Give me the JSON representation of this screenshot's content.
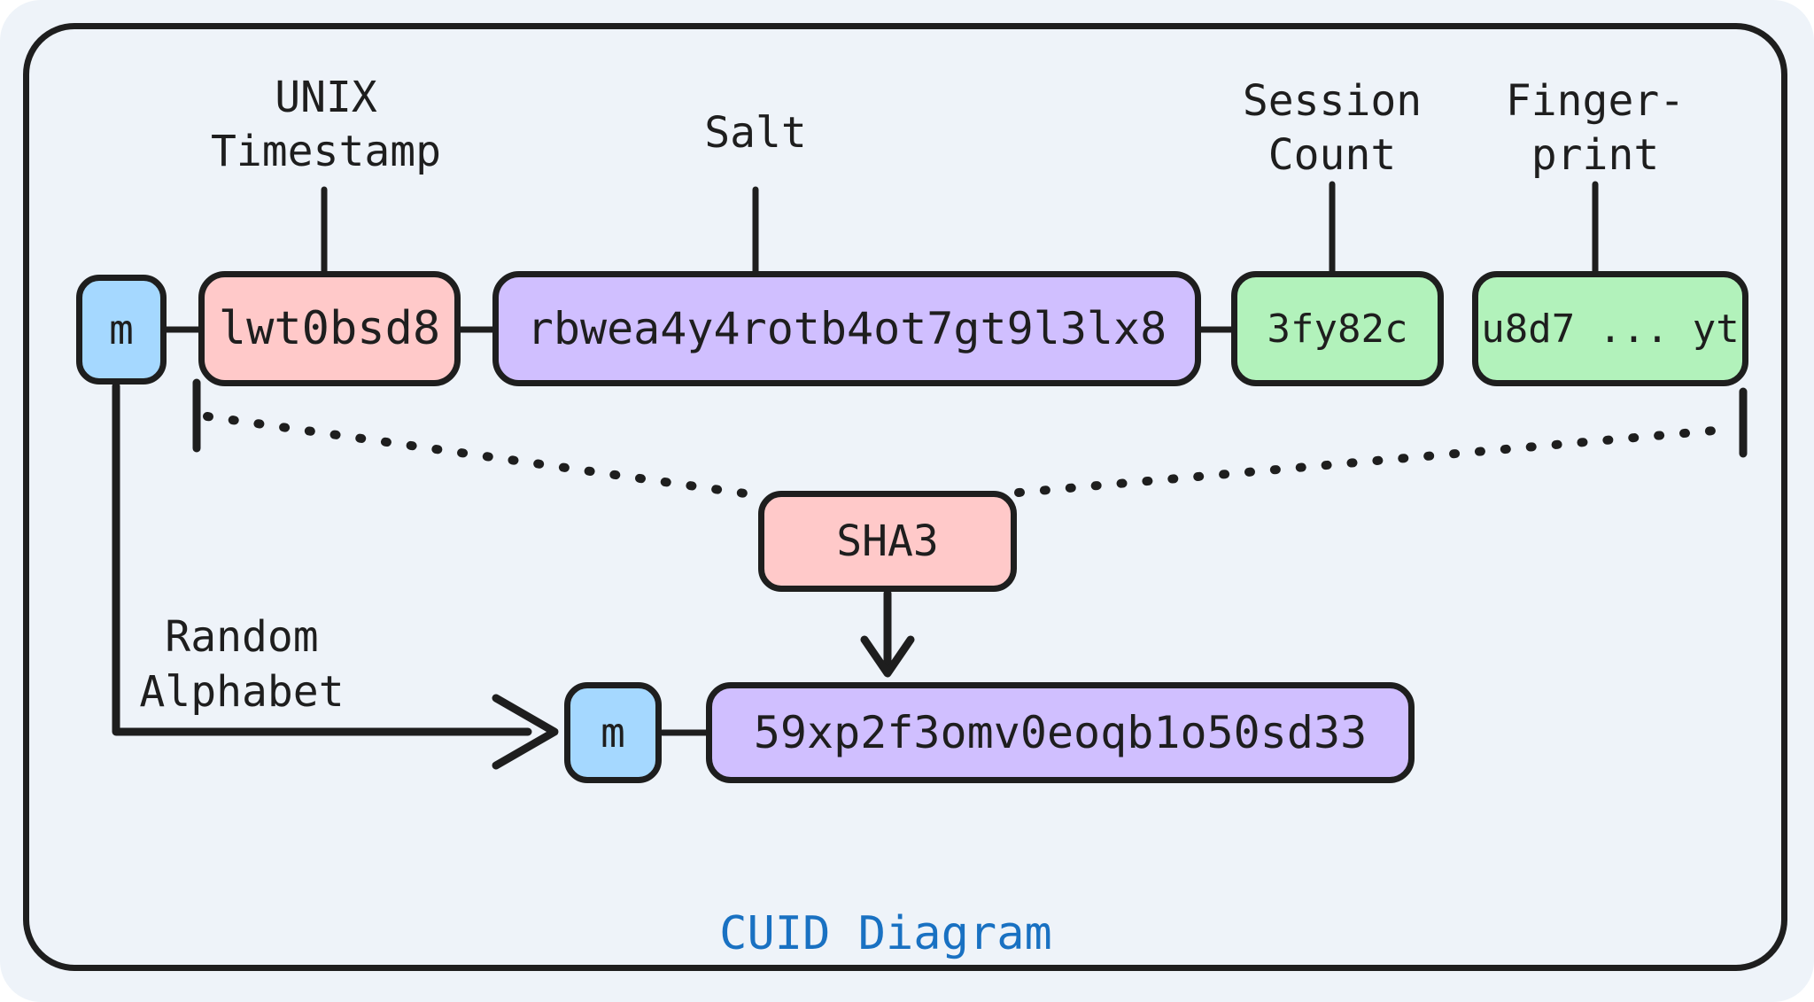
{
  "title": "CUID Diagram",
  "labels": {
    "unix": [
      "UNIX",
      "Timestamp"
    ],
    "salt": "Salt",
    "session": [
      "Session",
      "Count"
    ],
    "fingerprint": [
      "Finger-",
      "print"
    ],
    "random": [
      "Random",
      "Alphabet"
    ]
  },
  "nodes": {
    "prefix_m": "m",
    "timestamp": "lwt0bsd8",
    "salt": "rbwea4y4rotb4ot7gt9l3lx8",
    "session_count": "3fy82c",
    "fingerprint": "u8d7 ... yt",
    "hash": "SHA3",
    "result_prefix_m": "m",
    "result": "59xp2f3omv0eoqb1o50sd33"
  },
  "colors": {
    "stroke": "#1e1e1e",
    "bg": "#eef3f9",
    "pink": "#ffc9c9",
    "blue": "#a5d8ff",
    "violet": "#d0bfff",
    "green": "#b2f2bb",
    "title": "#1971c2"
  }
}
